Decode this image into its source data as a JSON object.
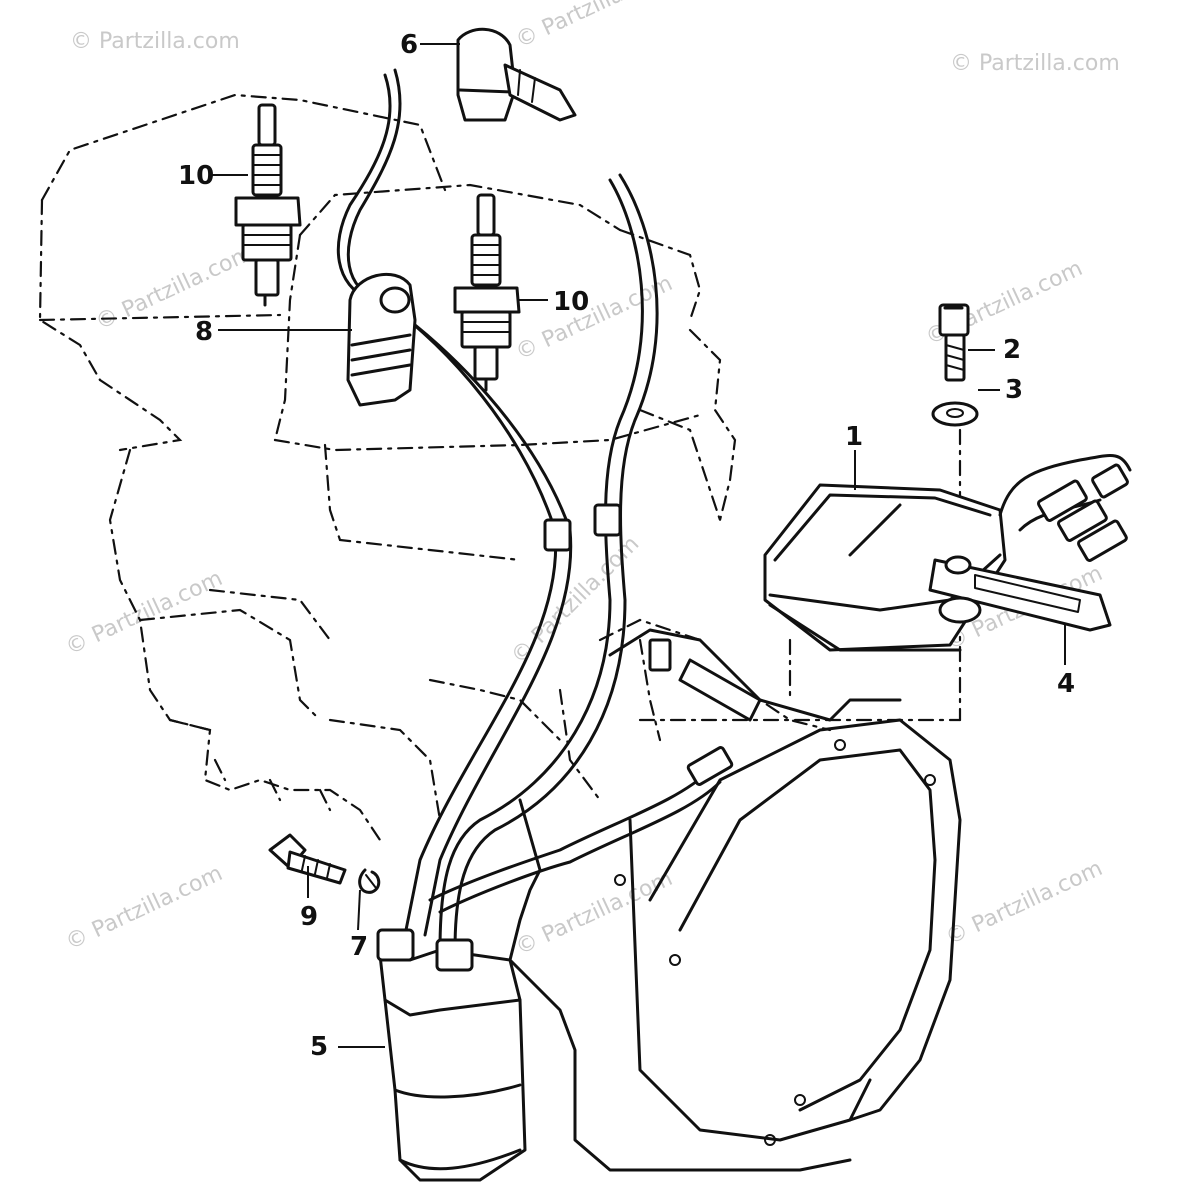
{
  "watermark": "© Partzilla.com",
  "callouts": [
    {
      "id": "1",
      "label": "1"
    },
    {
      "id": "2",
      "label": "2"
    },
    {
      "id": "3",
      "label": "3"
    },
    {
      "id": "4",
      "label": "4"
    },
    {
      "id": "5",
      "label": "5"
    },
    {
      "id": "6",
      "label": "6"
    },
    {
      "id": "7",
      "label": "7"
    },
    {
      "id": "8",
      "label": "8"
    },
    {
      "id": "9",
      "label": "9"
    },
    {
      "id": "10a",
      "label": "10"
    },
    {
      "id": "10b",
      "label": "10"
    }
  ]
}
